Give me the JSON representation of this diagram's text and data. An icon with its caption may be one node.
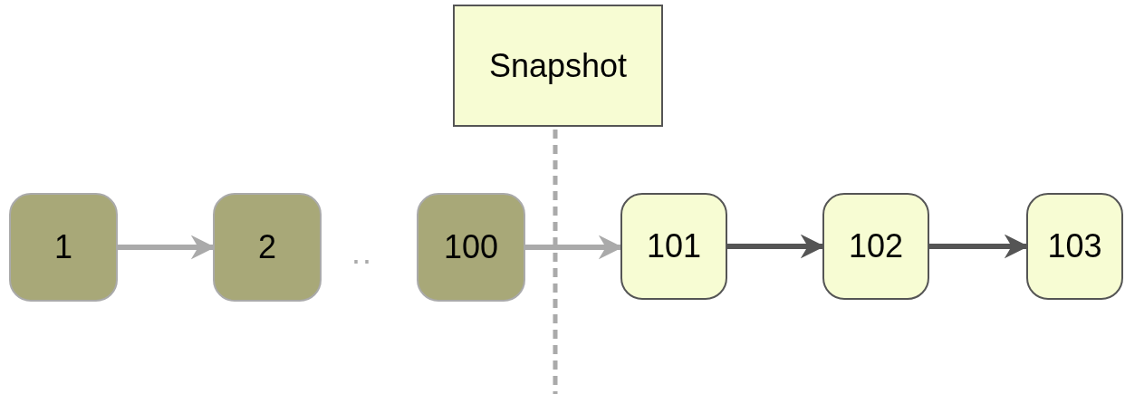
{
  "diagram": {
    "nodes": [
      {
        "text": [
          "Snapshot"
        ]
      },
      {
        "text": [
          "1"
        ]
      },
      {
        "text": [
          "2"
        ]
      },
      {
        "text": [
          "100"
        ]
      },
      {
        "text": [
          "101"
        ]
      },
      {
        "text": [
          "102"
        ]
      },
      {
        "text": [
          "103"
        ]
      }
    ],
    "edges": [
      {
        "from": 1,
        "to": 2,
        "arrow": "to",
        "color": "#aaaaaa"
      },
      {
        "from": 3,
        "to": 4,
        "arrow": "to",
        "color": "#aaaaaa"
      },
      {
        "from": 4,
        "to": 5,
        "arrow": "to",
        "color": "#555555"
      },
      {
        "from": 5,
        "to": 6,
        "arrow": "to",
        "color": "#555555"
      },
      {
        "from": 0,
        "to": null,
        "arrow": "none",
        "style": "dashed",
        "color": "#aaaaaa"
      }
    ],
    "labels": [
      ".."
    ]
  }
}
